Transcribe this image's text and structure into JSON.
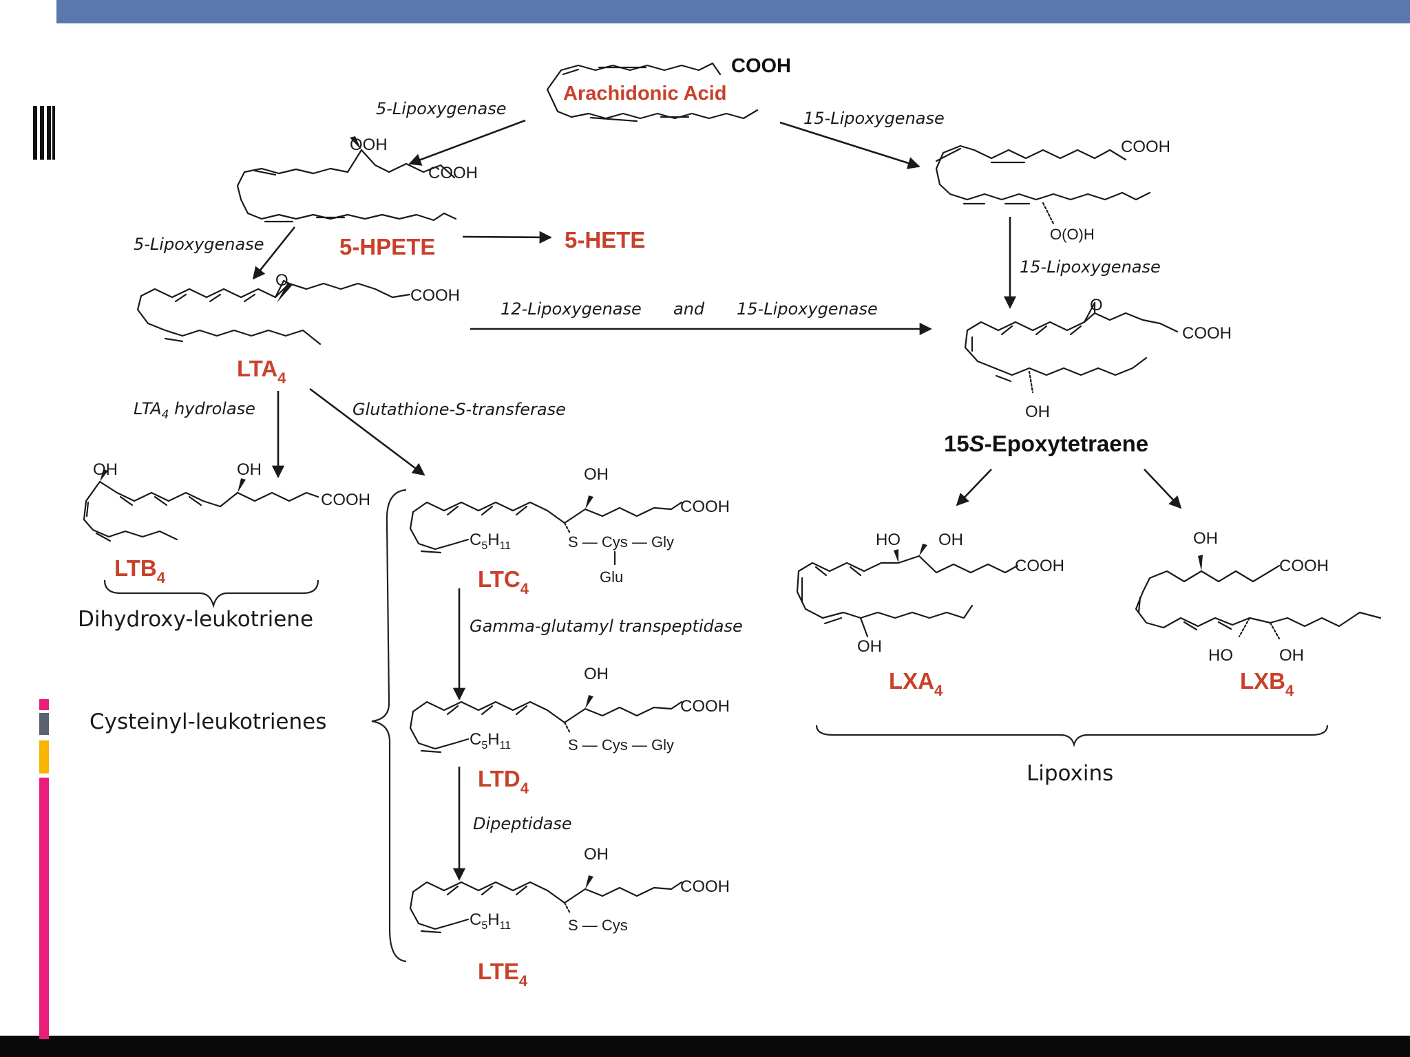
{
  "colors": {
    "header_bar": "#5b78ad",
    "compound_label": "#c8412a",
    "accent_pink": "#e91e7a",
    "accent_gold": "#f7b500",
    "accent_gray": "#5a6270"
  },
  "precursor": {
    "cooh": "COOH",
    "name": "Arachidonic Acid"
  },
  "enzymes": {
    "lox5_first": "5-Lipoxygenase",
    "lox5_second": "5-Lipoxygenase",
    "lox15_first": "15-Lipoxygenase",
    "lox15_second": "15-Lipoxygenase",
    "lox12": "12-Lipoxygenase",
    "and_word": "and",
    "lox15_third": "15-Lipoxygenase",
    "lta4_hydrolase_prefix": "LTA",
    "lta4_hydrolase_sub": "4",
    "lta4_hydrolase_suffix": " hydrolase",
    "gst": "Glutathione-S-transferase",
    "ggt": "Gamma-glutamyl transpeptidase",
    "dipeptidase": "Dipeptidase"
  },
  "compounds": {
    "hpete": {
      "label": "5-HPETE",
      "ooh": "OOH",
      "cooh": "COOH"
    },
    "hete": {
      "label": "5-HETE"
    },
    "lta4": {
      "name": "LTA",
      "sub": "4",
      "o": "O",
      "cooh": "COOH"
    },
    "hpete15": {
      "cooh": "COOH",
      "ooh": "O(O)H"
    },
    "epoxy": {
      "prefix": "15",
      "italic": "S",
      "suffix": "-Epoxytetraene",
      "o": "O",
      "cooh": "COOH",
      "oh": "OH"
    },
    "ltb4": {
      "name": "LTB",
      "sub": "4",
      "oh1": "OH",
      "oh2": "OH",
      "cooh": "COOH"
    },
    "ltc4": {
      "name": "LTC",
      "sub": "4",
      "oh": "OH",
      "cooh": "COOH",
      "c5h11": "C",
      "c5h11_sub1": "5",
      "h": "H",
      "c5h11_sub2": "11",
      "s_chain": "S — Cys — Gly",
      "glu": "Glu"
    },
    "ltd4": {
      "name": "LTD",
      "sub": "4",
      "oh": "OH",
      "cooh": "COOH",
      "c5h11": "C",
      "c5h11_sub1": "5",
      "h": "H",
      "c5h11_sub2": "11",
      "s_chain": "S — Cys — Gly"
    },
    "lte4": {
      "name": "LTE",
      "sub": "4",
      "oh": "OH",
      "cooh": "COOH",
      "c5h11": "C",
      "c5h11_sub1": "5",
      "h": "H",
      "c5h11_sub2": "11",
      "s_chain": "S — Cys"
    },
    "lxa4": {
      "name": "LXA",
      "sub": "4",
      "ho": "HO",
      "oh1": "OH",
      "oh2": "OH",
      "cooh": "COOH"
    },
    "lxb4": {
      "name": "LXB",
      "sub": "4",
      "oh": "OH",
      "cooh": "COOH",
      "ho": "HO",
      "oh2": "OH"
    }
  },
  "groups": {
    "dihydroxy": "Dihydroxy-leukotriene",
    "cysteinyl": "Cysteinyl-leukotrienes",
    "lipoxins": "Lipoxins"
  }
}
